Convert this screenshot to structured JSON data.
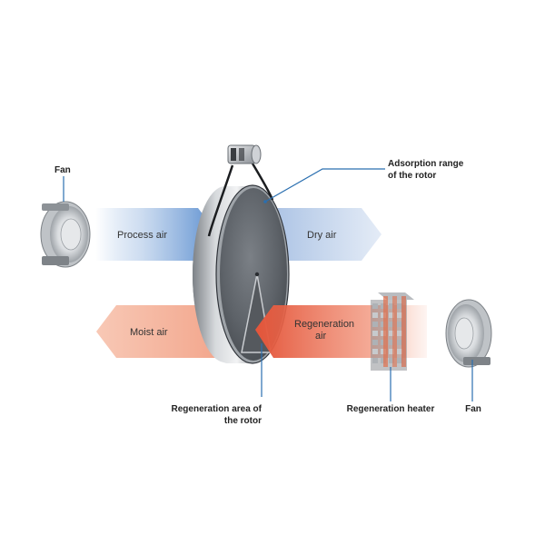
{
  "diagram": {
    "labels": {
      "fan_left": "Fan",
      "fan_right": "Fan",
      "adsorption_line1": "Adsorption range",
      "adsorption_line2": "of the rotor",
      "regeneration_area_line1": "Regeneration area of",
      "regeneration_area_line2": "the rotor",
      "regeneration_heater": "Regeneration heater"
    },
    "flows": {
      "process_air": "Process air",
      "dry_air": "Dry air",
      "moist_air": "Moist air",
      "regeneration_air_line1": "Regeneration",
      "regeneration_air_line2": "air"
    },
    "colors": {
      "process_air": "#5b8fd0",
      "dry_air": "#c9d7ec",
      "moist_air": "#f0a58c",
      "regeneration_air": "#e8664a",
      "leader_line": "#2a6fb0",
      "rotor_face": "#5d6268",
      "rotor_rim": "#c4c8cc"
    },
    "icons": [
      "fan-icon",
      "rotor-icon",
      "drive-motor-icon",
      "heater-icon"
    ]
  }
}
